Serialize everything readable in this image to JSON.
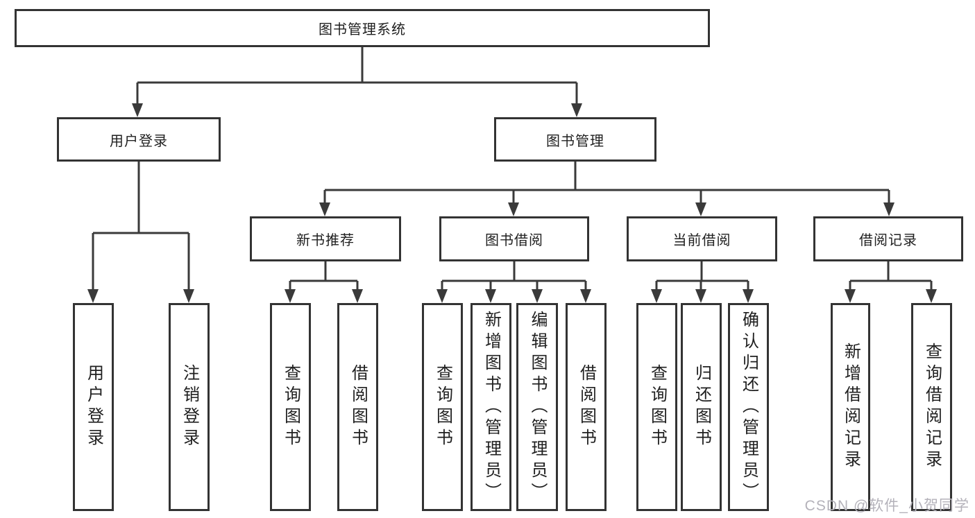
{
  "diagram": {
    "nodes": {
      "root": "图书管理系统",
      "user_login": "用户登录",
      "book_management": "图书管理",
      "new_book_recommend": "新书推荐",
      "book_borrow": "图书借阅",
      "current_borrow": "当前借阅",
      "borrow_records": "借阅记录"
    },
    "leaves": {
      "user_login": [
        "用户登录",
        "注销登录"
      ],
      "new_book_recommend": [
        "查询图书",
        "借阅图书"
      ],
      "book_borrow": [
        "查询图书",
        "新增图书（管理员）",
        "编辑图书（管理员）",
        "借阅图书"
      ],
      "current_borrow": [
        "查询图书",
        "归还图书",
        "确认归还（管理员）"
      ],
      "borrow_records": [
        "新增借阅记录",
        "查询借阅记录"
      ]
    },
    "colors": {
      "line": "#3a3a3a",
      "box_border": "#333333",
      "text": "#1f1f1f",
      "background": "#ffffff",
      "watermark": "#b4b2ba"
    },
    "watermark": "CSDN @软件_小贺同学"
  }
}
